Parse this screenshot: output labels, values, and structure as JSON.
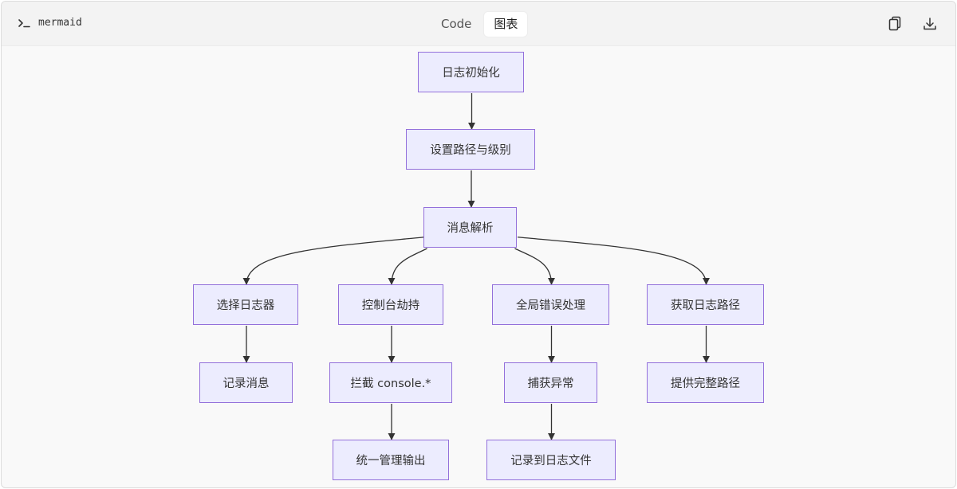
{
  "header": {
    "language_label": "mermaid",
    "tabs": [
      {
        "label": "Code",
        "active": false
      },
      {
        "label": "图表",
        "active": true
      }
    ],
    "copy_icon": "copy-icon",
    "download_icon": "download-icon"
  },
  "diagram": {
    "type": "flowchart",
    "direction": "TD",
    "node_fill": "#ececfe",
    "node_stroke": "#9370db",
    "edge_color": "#333333",
    "nodes": {
      "init": "日志初始化",
      "set_path": "设置路径与级别",
      "parse": "消息解析",
      "select_logger": "选择日志器",
      "console_hijack": "控制台劫持",
      "global_err": "全局错误处理",
      "get_path": "获取日志路径",
      "record_msg": "记录消息",
      "intercept": "拦截 console.*",
      "catch": "捕获异常",
      "full_path": "提供完整路径",
      "unified": "统一管理输出",
      "record_file": "记录到日志文件"
    },
    "edges": [
      [
        "init",
        "set_path"
      ],
      [
        "set_path",
        "parse"
      ],
      [
        "parse",
        "select_logger"
      ],
      [
        "parse",
        "console_hijack"
      ],
      [
        "parse",
        "global_err"
      ],
      [
        "parse",
        "get_path"
      ],
      [
        "select_logger",
        "record_msg"
      ],
      [
        "console_hijack",
        "intercept"
      ],
      [
        "global_err",
        "catch"
      ],
      [
        "get_path",
        "full_path"
      ],
      [
        "intercept",
        "unified"
      ],
      [
        "catch",
        "record_file"
      ]
    ]
  }
}
